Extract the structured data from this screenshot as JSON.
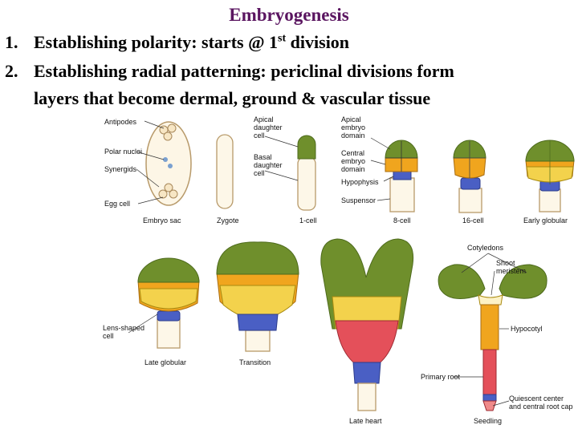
{
  "title": "Embryogenesis",
  "points": [
    {
      "num": "1.",
      "text": "Establishing polarity: starts @ 1",
      "sup": "st",
      "tail": " division"
    },
    {
      "num": "2.",
      "text": "Establishing radial patterning: periclinal divisions form",
      "line2": "layers that become dermal, ground & vascular tissue"
    }
  ],
  "labels": {
    "antipodes": "Antipodes",
    "polar_nuclei": "Polar nuclei",
    "synergids": "Synergids",
    "egg_cell": "Egg cell",
    "apical_daughter": [
      "Apical",
      "daughter",
      "cell"
    ],
    "basal_daughter": [
      "Basal",
      "daughter",
      "cell"
    ],
    "apical_domain": [
      "Apical",
      "embryo",
      "domain"
    ],
    "central_domain": [
      "Central",
      "embryo",
      "domain"
    ],
    "hypophysis": "Hypophysis",
    "suspensor": "Suspensor",
    "lens_cell": [
      "Lens-shaped",
      "cell"
    ],
    "cotyledons": "Cotyledons",
    "shoot_meristem": [
      "Shoot",
      "meristem"
    ],
    "hypocotyl": "Hypocotyl",
    "primary_root": "Primary root",
    "quiescent": [
      "Quiescent center",
      "and central root cap"
    ]
  },
  "captions": {
    "embryo_sac": "Embryo sac",
    "zygote": "Zygote",
    "one_cell": "1-cell",
    "eight_cell": "8-cell",
    "sixteen_cell": "16-cell",
    "early_globular": "Early globular",
    "late_globular": "Late globular",
    "transition": "Transition",
    "late_heart": "Late heart",
    "seedling": "Seedling"
  },
  "colors": {
    "title": "#5a1560",
    "apical_green": "#6f8f2c",
    "central_orange": "#f0a51e",
    "yellow": "#f3d24c",
    "hypophysis_blue": "#4a5fc4",
    "suspensor_cream": "#fbf3d5",
    "root_red": "#e4505a",
    "root_pink": "#f08a8a"
  }
}
